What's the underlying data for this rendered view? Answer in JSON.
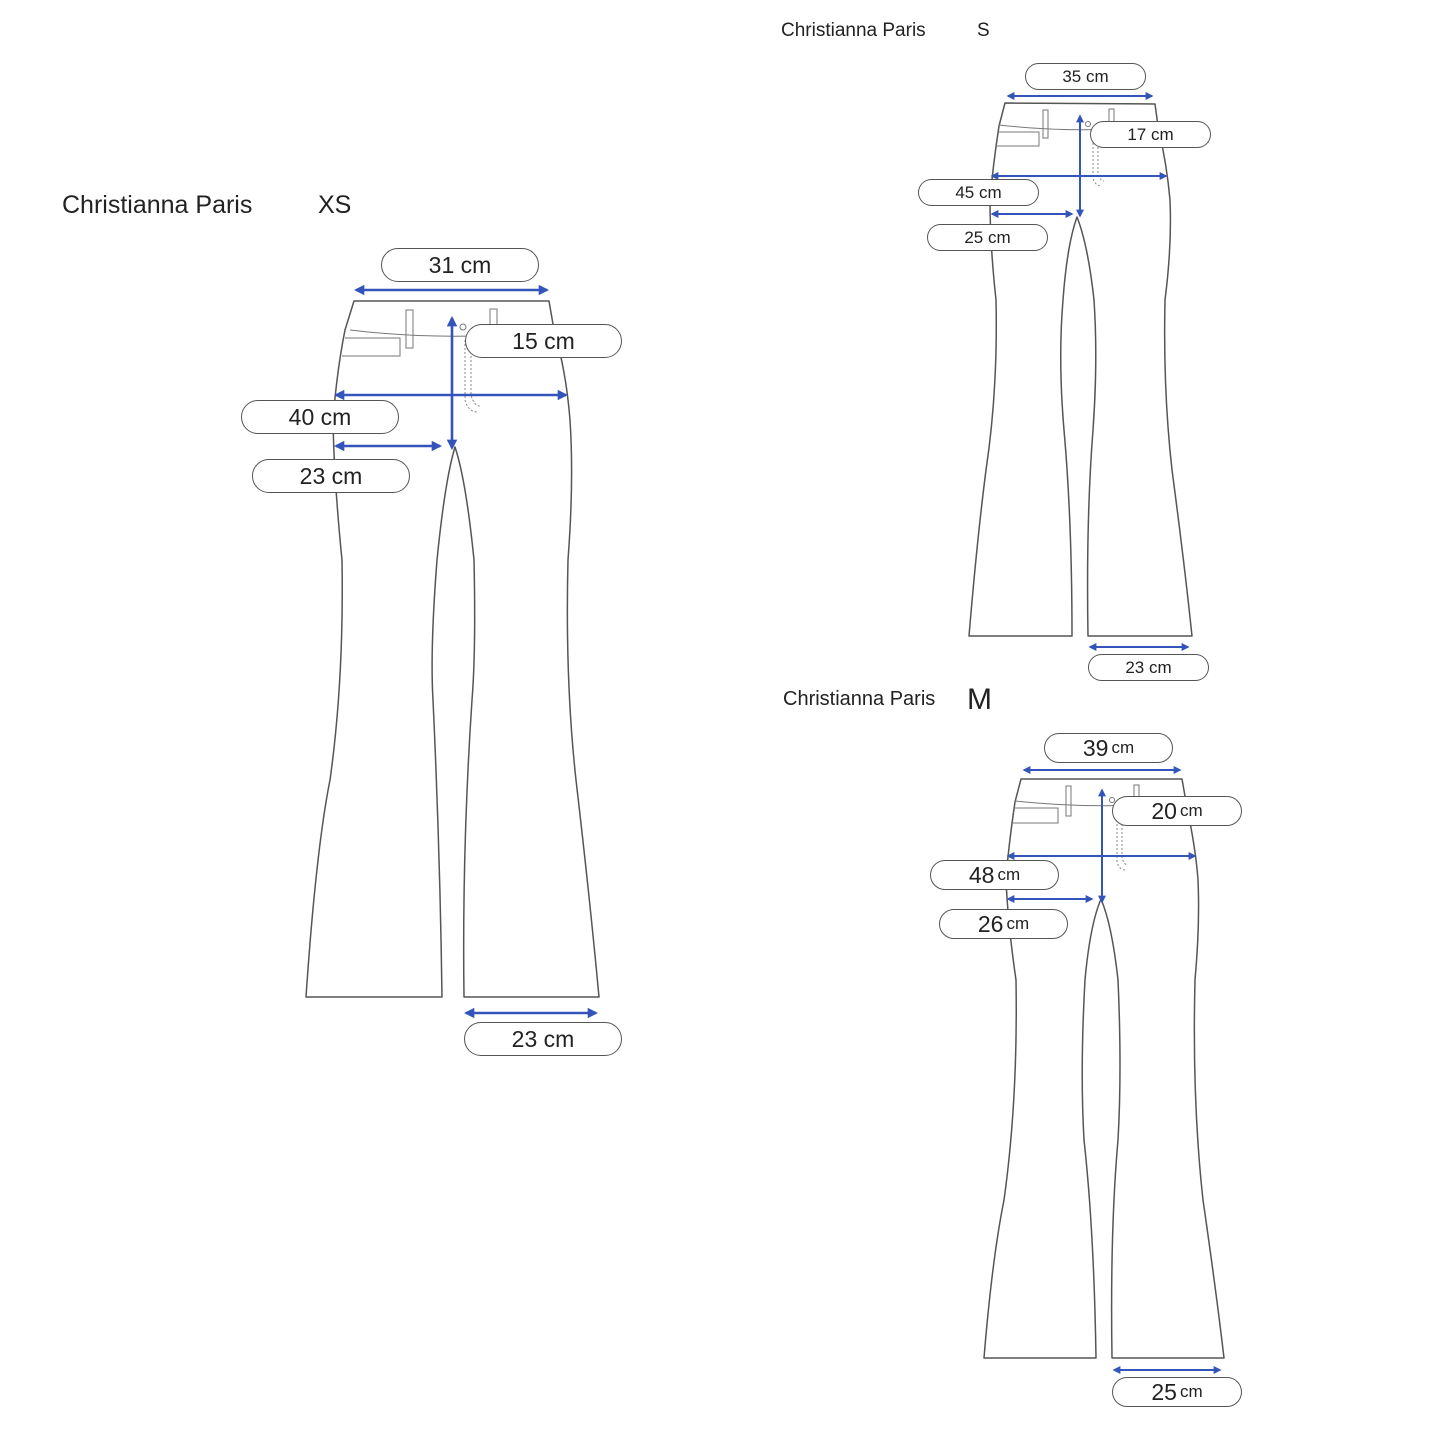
{
  "panels": {
    "xs": {
      "brand": "Christianna Paris",
      "size": "XS",
      "waist": "31 cm",
      "rise": "15 cm",
      "hip": "40 cm",
      "thigh": "23 cm",
      "hem": "23 cm"
    },
    "s": {
      "brand": "Christianna Paris",
      "size": "S",
      "waist": "35 cm",
      "rise": "17 cm",
      "hip": "45 cm",
      "thigh": "25 cm",
      "hem": "23 cm"
    },
    "m": {
      "brand": "Christianna Paris",
      "size": "M",
      "waist_num": "39",
      "waist_unit": "cm",
      "rise_num": "20",
      "rise_unit": "cm",
      "hip_num": "48",
      "hip_unit": "cm",
      "thigh_num": "26",
      "thigh_unit": "cm",
      "hem_num": "25",
      "hem_unit": "cm"
    }
  },
  "colors": {
    "measurement_line": "#3355bb",
    "outline": "#555555"
  }
}
